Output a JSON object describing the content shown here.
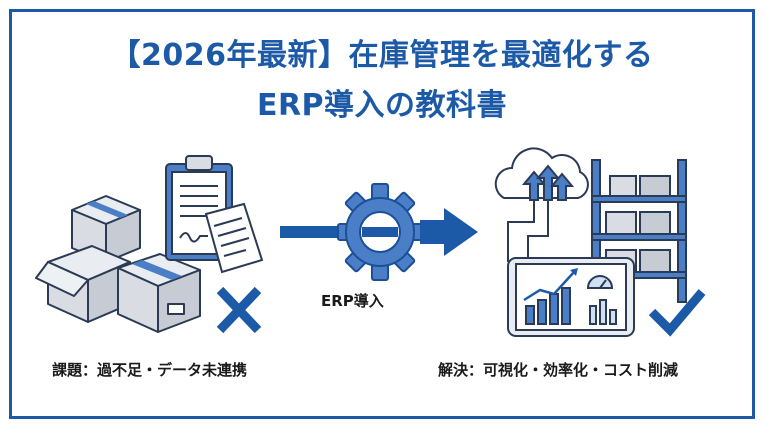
{
  "title": {
    "line1": "【2026年最新】在庫管理を最適化する",
    "line2": "ERP導入の教科書"
  },
  "labels": {
    "problem": "課題：過不足・データ未連携",
    "center": "ERP導入",
    "solution": "解決：可視化・効率化・コスト削減"
  },
  "colors": {
    "brand_blue": "#1c5aa8",
    "light_blue": "#cfe0f3",
    "box_gray": "#d9dde3"
  },
  "icons": [
    "boxes-icon",
    "clipboard-icon",
    "document-icon",
    "x-mark-icon",
    "arrow-line-icon",
    "gear-icon",
    "arrow-head-icon",
    "cloud-upload-icon",
    "shelf-icon",
    "dashboard-icon",
    "check-mark-icon"
  ]
}
